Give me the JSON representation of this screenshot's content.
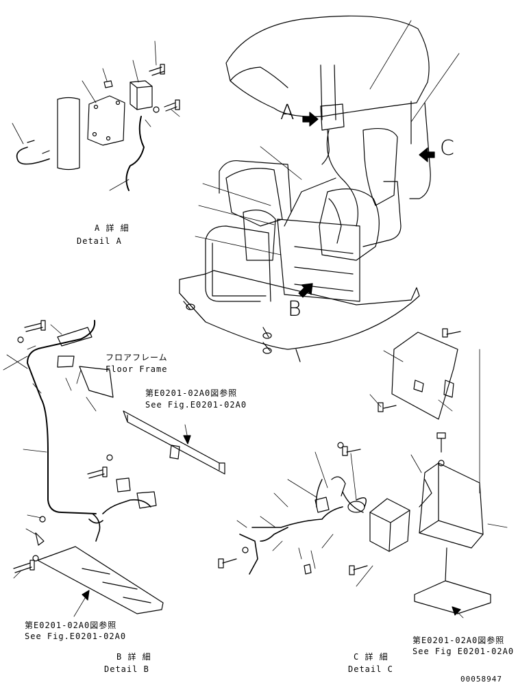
{
  "view_letters": {
    "a": "A",
    "b": "B",
    "c": "C"
  },
  "detail_a": {
    "jp": "A 詳 細",
    "en": "Detail A"
  },
  "detail_b": {
    "jp": "B 詳 細",
    "en": "Detail B"
  },
  "detail_c": {
    "jp": "C 詳 細",
    "en": "Detail C"
  },
  "floor_frame": {
    "jp": "フロアフレーム",
    "en": "Floor Frame"
  },
  "ref_b_top": {
    "jp": "第E0201-02A0図参照",
    "en": "See Fig.E0201-02A0"
  },
  "ref_b_bottom": {
    "jp": "第E0201-02A0図参照",
    "en": "See Fig.E0201-02A0"
  },
  "ref_c_bottom": {
    "jp": "第E0201-02A0図参照",
    "en": "See Fig E0201-02A0"
  },
  "drawing_number": "00058947"
}
